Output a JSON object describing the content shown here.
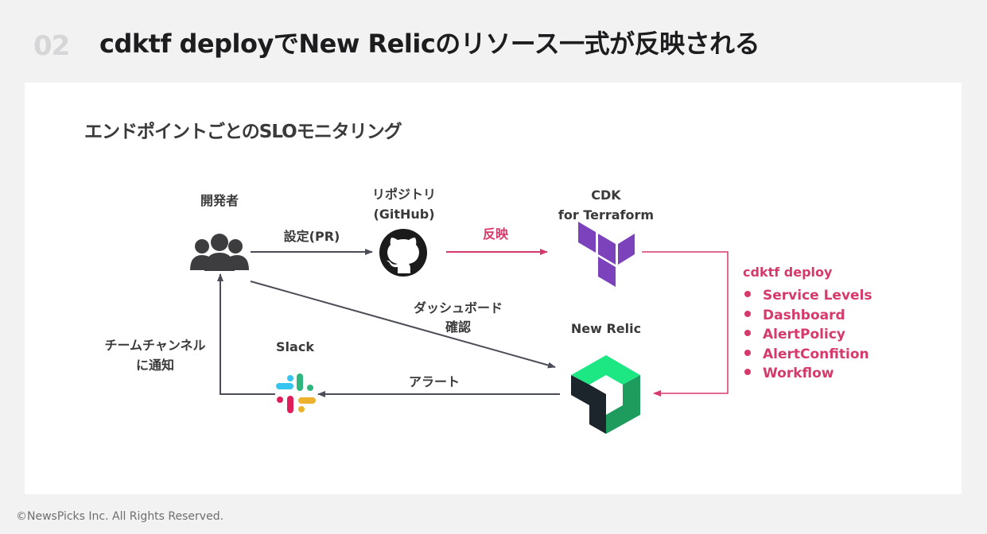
{
  "slide": {
    "number": "02",
    "title": "cdktf deployでNew Relicのリソース一式が反映される",
    "section_title": "エンドポイントごとのSLOモニタリング"
  },
  "nodes": {
    "developer": {
      "label": "開発者",
      "icon": "people-group-icon"
    },
    "repository": {
      "label_line1": "リポジトリ",
      "label_line2": "(GitHub)",
      "icon": "github-icon"
    },
    "cdktf": {
      "label_line1": "CDK",
      "label_line2": "for Terraform",
      "icon": "terraform-icon"
    },
    "newrelic": {
      "label": "New Relic",
      "icon": "newrelic-icon"
    },
    "slack": {
      "label": "Slack",
      "icon": "slack-icon"
    }
  },
  "edges": {
    "dev_to_repo": "設定(PR)",
    "repo_to_cdktf": "反映",
    "dev_to_newrelic_line1": "ダッシュボード",
    "dev_to_newrelic_line2": "確認",
    "newrelic_to_slack": "アラート",
    "slack_to_dev_line1": "チームチャンネル",
    "slack_to_dev_line2": "に通知"
  },
  "deploy": {
    "title": "cdktf deploy",
    "items": [
      "Service Levels",
      "Dashboard",
      "AlertPolicy",
      "AlertConfition",
      "Workflow"
    ]
  },
  "colors": {
    "accent_pink": "#d63a6a",
    "arrow_gray": "#4a4d55",
    "terraform_purple": "#7b42bc",
    "newrelic_green": "#1ce783",
    "newrelic_dark_green": "#1d9c5d",
    "newrelic_black": "#1d252c"
  },
  "footer": "©NewsPicks Inc. All Rights Reserved."
}
